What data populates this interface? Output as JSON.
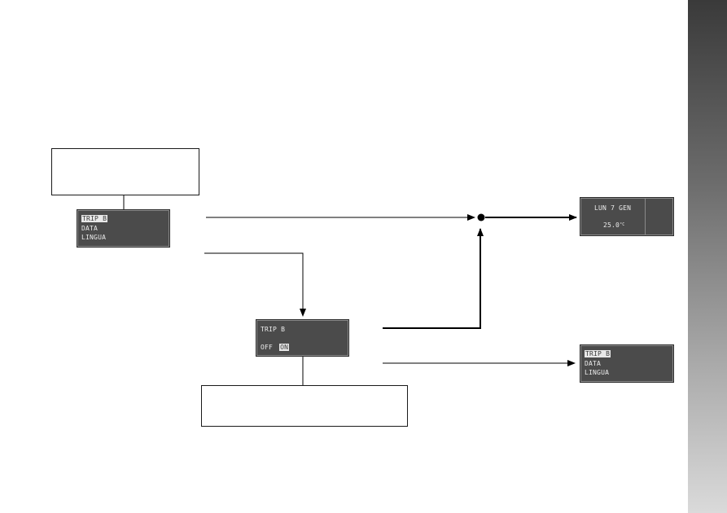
{
  "menu_left": {
    "items": [
      "TRIP B",
      "DATA",
      "LINGUA"
    ],
    "highlighted": "TRIP B"
  },
  "trip_b_screen": {
    "title": "TRIP B",
    "option_off": "OFF",
    "option_on": "ON",
    "selected": "ON"
  },
  "date_screen": {
    "date": "LUN 7 GEN",
    "value": "25.0",
    "unit_sup": "°C"
  },
  "menu_right": {
    "items": [
      "TRIP B",
      "DATA",
      "LINGUA"
    ],
    "highlighted": "TRIP B"
  },
  "colors": {
    "screen_bg": "#4b4b4b",
    "highlight": "#e8e8e8",
    "line": "#000000"
  }
}
